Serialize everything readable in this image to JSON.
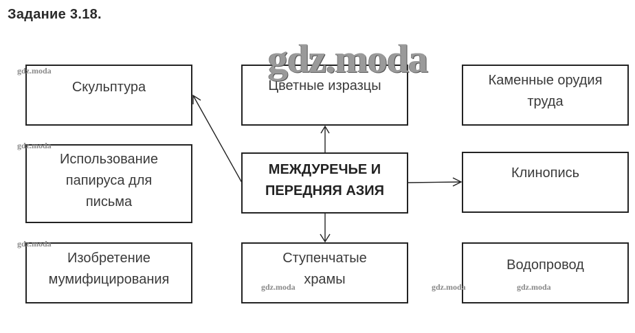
{
  "title": "Задание 3.18.",
  "center": "МЕЖДУРЕЧЬЕ И\nПЕРЕДНЯЯ АЗИЯ",
  "boxes": {
    "sculpture": "Скульптура",
    "papyrus": "Использование\nпапируса для\nписьма",
    "mummification": "Изобретение\nмумифицирования",
    "tiles": "Цветные изразцы",
    "temples": "Ступенчатые\nхрамы",
    "stone_tools": "Каменные орудия\nтруда",
    "cuneiform": "Клинопись",
    "aqueduct": "Водопровод"
  },
  "watermarks": {
    "big": "gdz.moda",
    "small": "gdz.moda"
  },
  "arrows": [
    {
      "from": "center",
      "to": "sculpture"
    },
    {
      "from": "center",
      "to": "tiles"
    },
    {
      "from": "center",
      "to": "temples"
    },
    {
      "from": "center",
      "to": "cuneiform"
    }
  ]
}
